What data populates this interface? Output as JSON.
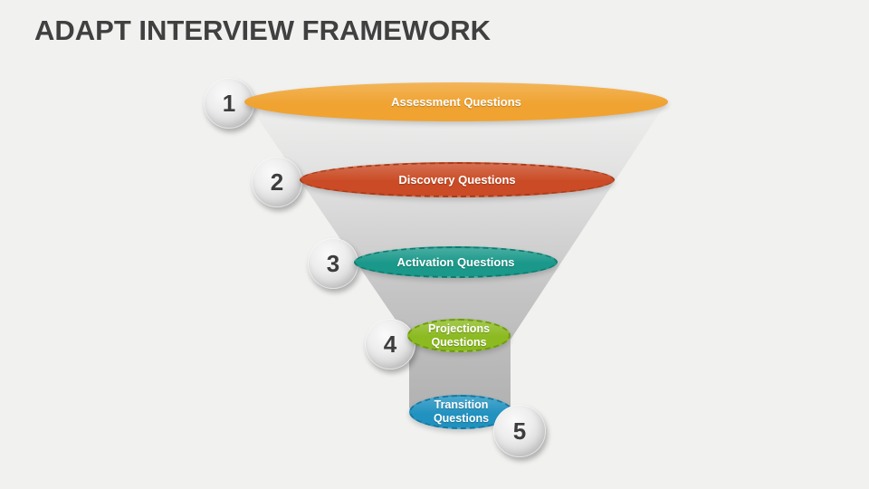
{
  "slide": {
    "title": "ADAPT INTERVIEW FRAMEWORK"
  },
  "colors": {
    "background": "#f1f1f0",
    "title": "#404040",
    "funnel_top": "#ededed",
    "funnel_bottom": "#b0b0b0"
  },
  "funnel": {
    "levels": [
      {
        "number": "1",
        "label": "Assessment Questions",
        "fill": "#f0a331",
        "border": "#f0a331"
      },
      {
        "number": "2",
        "label": "Discovery Questions",
        "fill": "#ca4b25",
        "border": "#a63c19"
      },
      {
        "number": "3",
        "label": "Activation Questions",
        "fill": "#1a988a",
        "border": "#0e7a6e"
      },
      {
        "number": "4",
        "label": "Projections Questions",
        "fill": "#8cba21",
        "border": "#6f9a10"
      },
      {
        "number": "5",
        "label": "Transition Questions",
        "fill": "#2192c0",
        "border": "#14789f"
      }
    ]
  }
}
